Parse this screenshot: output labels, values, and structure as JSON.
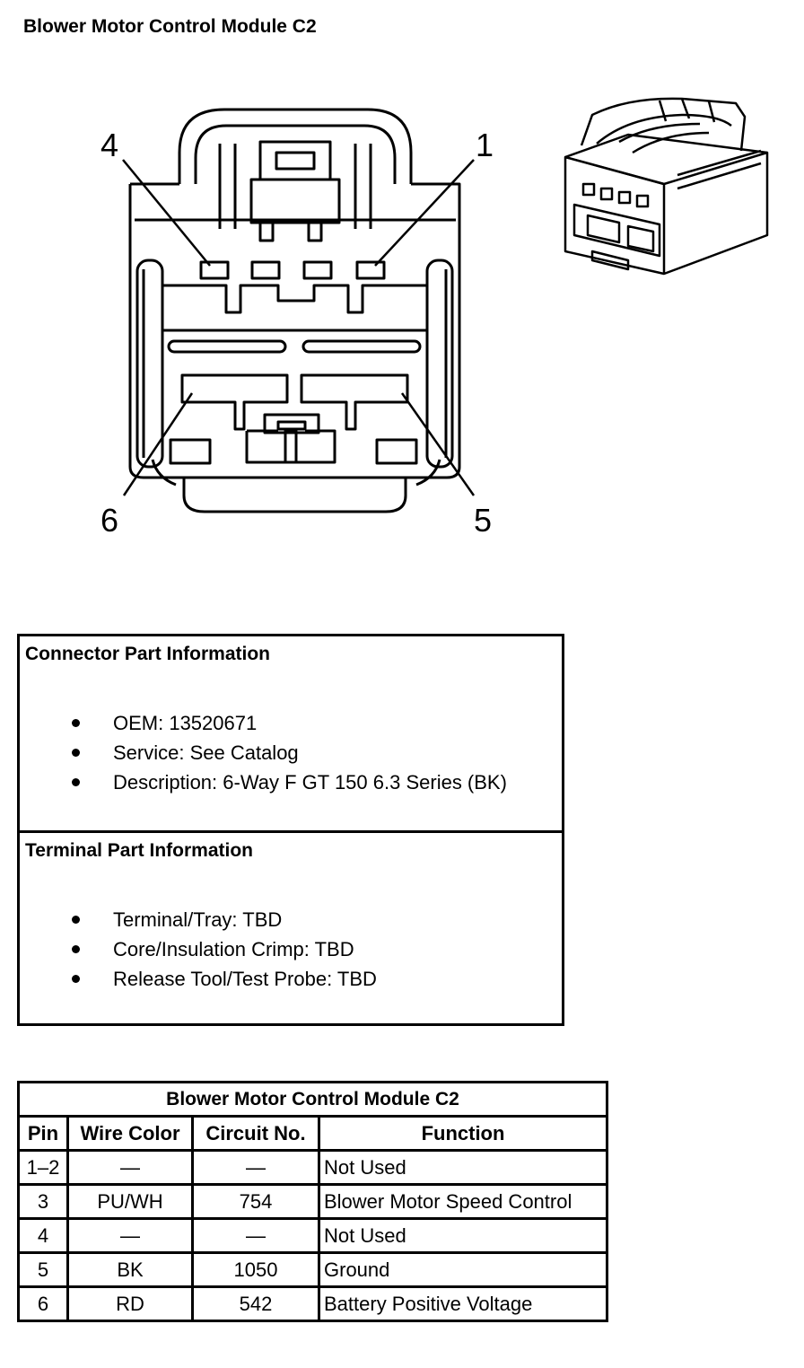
{
  "title": "Blower Motor Control Module C2",
  "pin_labels": {
    "p4": "4",
    "p1": "1",
    "p6": "6",
    "p5": "5"
  },
  "connector_info": {
    "heading": "Connector Part Information",
    "items": [
      "OEM: 13520671",
      "Service: See Catalog",
      "Description: 6-Way F GT 150 6.3 Series (BK)"
    ]
  },
  "terminal_info": {
    "heading": "Terminal Part Information",
    "items": [
      "Terminal/Tray: TBD",
      "Core/Insulation Crimp: TBD",
      "Release Tool/Test Probe: TBD"
    ]
  },
  "pin_table": {
    "caption": "Blower Motor Control Module C2",
    "headers": [
      "Pin",
      "Wire Color",
      "Circuit No.",
      "Function"
    ],
    "rows": [
      [
        "1–2",
        "—",
        "—",
        "Not Used"
      ],
      [
        "3",
        "PU/WH",
        "754",
        "Blower Motor Speed Control"
      ],
      [
        "4",
        "—",
        "—",
        "Not Used"
      ],
      [
        "5",
        "BK",
        "1050",
        "Ground"
      ],
      [
        "6",
        "RD",
        "542",
        "Battery Positive Voltage"
      ]
    ]
  }
}
